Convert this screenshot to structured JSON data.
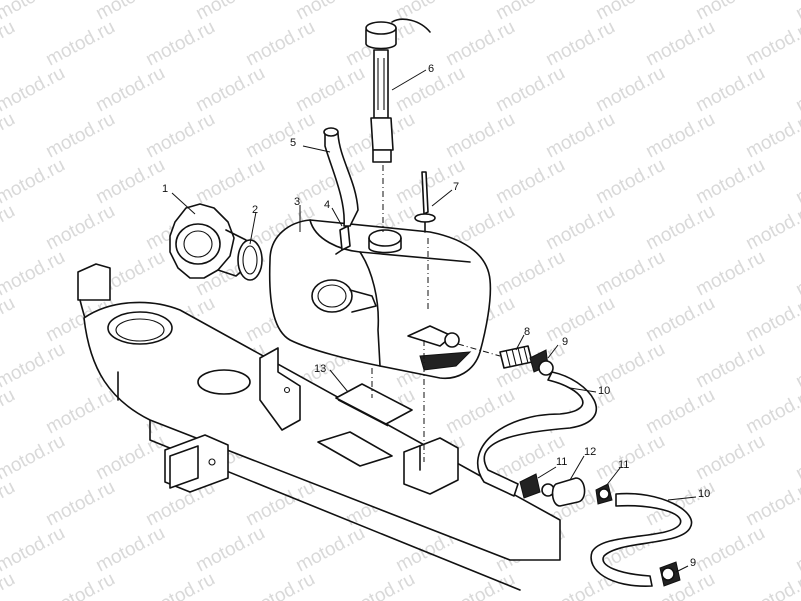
{
  "watermark": {
    "text": "motod.ru"
  },
  "parts": [
    {
      "id": "p1",
      "label": "1"
    },
    {
      "id": "p2",
      "label": "2"
    },
    {
      "id": "p3",
      "label": "3"
    },
    {
      "id": "p4",
      "label": "4"
    },
    {
      "id": "p5",
      "label": "5"
    },
    {
      "id": "p6",
      "label": "6"
    },
    {
      "id": "p7",
      "label": "7"
    },
    {
      "id": "p8",
      "label": "8"
    },
    {
      "id": "p9a",
      "label": "9"
    },
    {
      "id": "p10a",
      "label": "10"
    },
    {
      "id": "p11a",
      "label": "11"
    },
    {
      "id": "p12",
      "label": "12"
    },
    {
      "id": "p11b",
      "label": "11"
    },
    {
      "id": "p10b",
      "label": "10"
    },
    {
      "id": "p9b",
      "label": "9"
    },
    {
      "id": "p13",
      "label": "13"
    }
  ]
}
